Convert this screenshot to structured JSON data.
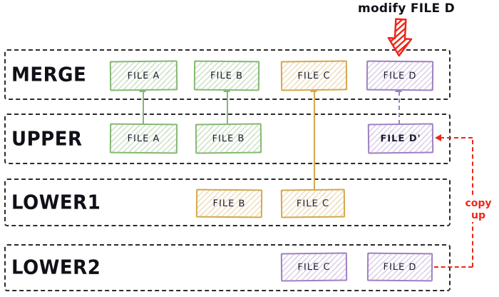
{
  "annotations": {
    "modify_label": "modify FILE D",
    "copy_up_label": "copy up"
  },
  "colors": {
    "green_stroke": "#85b873",
    "yellow_stroke": "#d3a84c",
    "purple_stroke": "#9e81c2",
    "red_accent": "#ee2618",
    "band_border": "#2b2b2b",
    "text": "#1b1b2f"
  },
  "layers": [
    {
      "name": "MERGE",
      "files": [
        {
          "label": "FILE A"
        },
        {
          "label": "FILE B"
        },
        {
          "label": "FILE C"
        },
        {
          "label": "FILE D"
        }
      ]
    },
    {
      "name": "UPPER",
      "files": [
        {
          "label": "FILE A"
        },
        {
          "label": "FILE B"
        },
        {
          "label": "FILE D'"
        }
      ]
    },
    {
      "name": "LOWER1",
      "files": [
        {
          "label": "FILE B"
        },
        {
          "label": "FILE C"
        }
      ]
    },
    {
      "name": "LOWER2",
      "files": [
        {
          "label": "FILE C"
        },
        {
          "label": "FILE D"
        }
      ]
    }
  ]
}
